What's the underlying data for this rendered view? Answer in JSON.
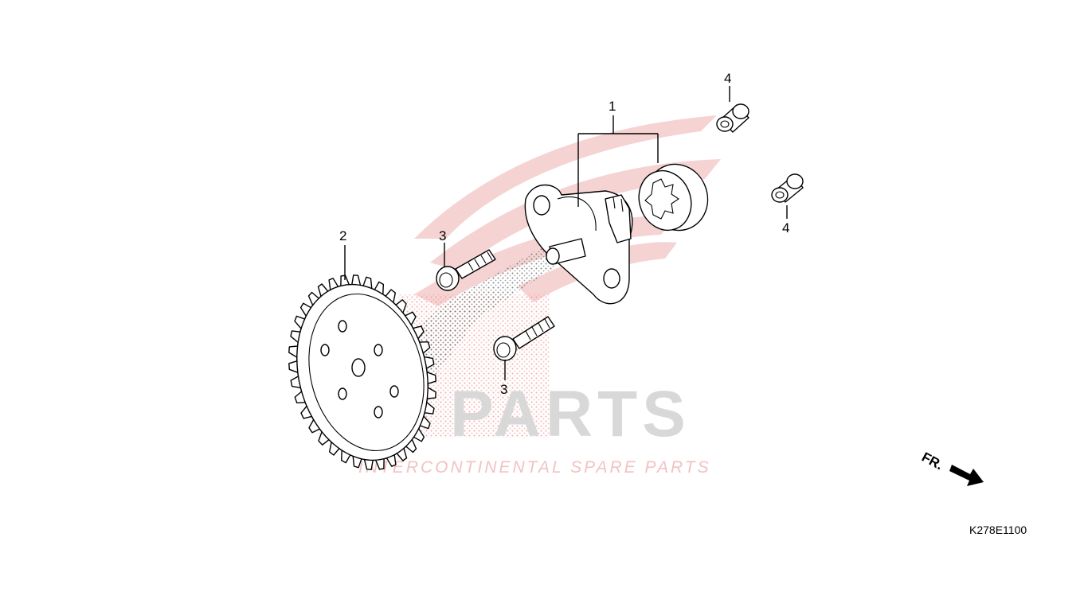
{
  "watermark": {
    "brand_text": "PARTS",
    "tagline": "INTERCONTINENTAL SPARE PARTS",
    "color": "#e8a0a0"
  },
  "callouts": [
    {
      "id": "1",
      "label": "1"
    },
    {
      "id": "2",
      "label": "2"
    },
    {
      "id": "3a",
      "label": "3"
    },
    {
      "id": "3b",
      "label": "3"
    },
    {
      "id": "4a",
      "label": "4"
    },
    {
      "id": "4b",
      "label": "4"
    }
  ],
  "direction_marker": {
    "label": "FR.",
    "icon": "arrow-front-icon"
  },
  "diagram_code": "K278E1100"
}
